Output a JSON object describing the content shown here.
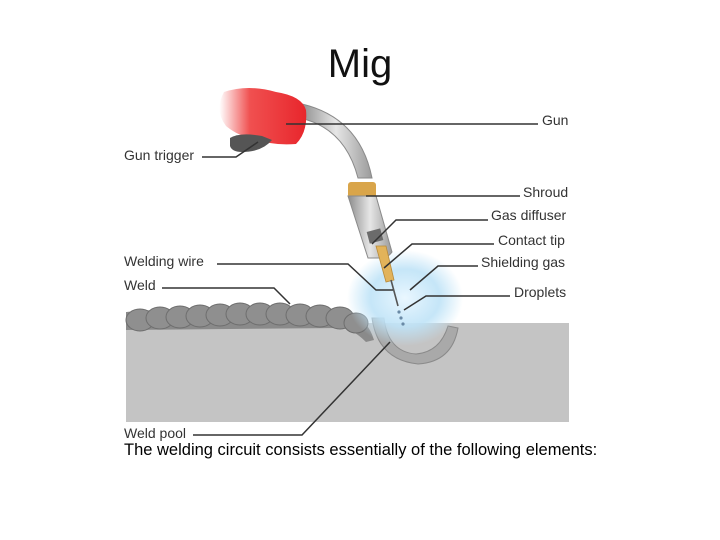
{
  "slide": {
    "title": "Mig",
    "caption": "The welding circuit consists essentially of the following elements:"
  },
  "diagram": {
    "labels": {
      "gun": "Gun",
      "gun_trigger": "Gun trigger",
      "shroud": "Shroud",
      "gas_diffuser": "Gas diffuser",
      "contact_tip": "Contact tip",
      "welding_wire": "Welding wire",
      "shielding_gas": "Shielding gas",
      "weld": "Weld",
      "droplets": "Droplets",
      "weld_pool": "Weld pool"
    },
    "colors": {
      "workpiece": "#c4c4c4",
      "weld_bead": "#8a8a8a",
      "gun_handle": "#e8262c",
      "trigger": "#555555",
      "neck": "#b8b8b8",
      "shroud_band": "#d9a54a",
      "contact_tip": "#e2b35a",
      "gas_glow": "#bfe3f7",
      "leader": "#333333"
    }
  }
}
